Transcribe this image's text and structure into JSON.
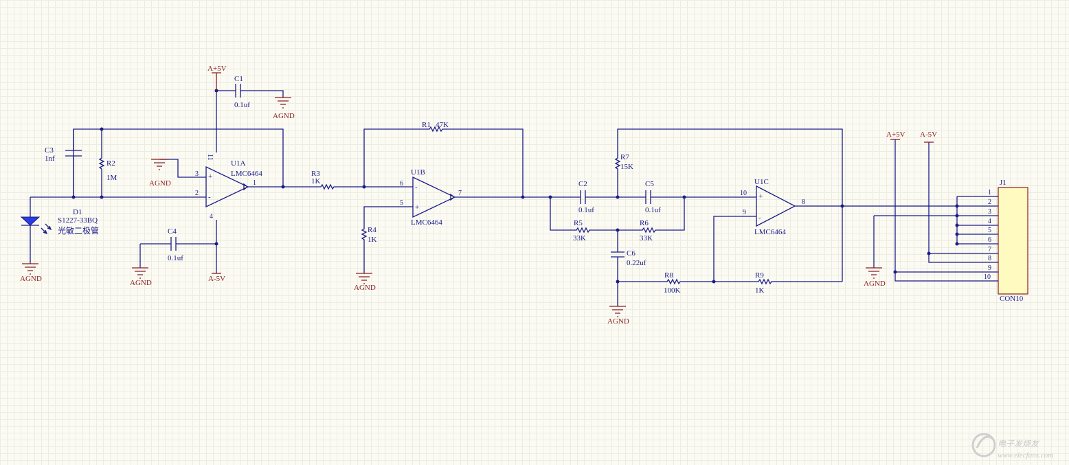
{
  "components": {
    "u1a": {
      "ref": "U1A",
      "part": "LMC6464",
      "pins": [
        "3",
        "2",
        "1",
        "11",
        "4"
      ]
    },
    "u1b": {
      "ref": "U1B",
      "part": "LMC6464",
      "pins": [
        "6",
        "5",
        "7"
      ]
    },
    "u1c": {
      "ref": "U1C",
      "part": "LMC6464",
      "pins": [
        "10",
        "9",
        "8"
      ]
    },
    "r1": {
      "ref": "R1",
      "value": "47K"
    },
    "r2": {
      "ref": "R2",
      "value": "1M"
    },
    "r3": {
      "ref": "R3",
      "value": "1K"
    },
    "r4": {
      "ref": "R4",
      "value": "1K"
    },
    "r5": {
      "ref": "R5",
      "value": "33K"
    },
    "r6": {
      "ref": "R6",
      "value": "33K"
    },
    "r7": {
      "ref": "R7",
      "value": "15K"
    },
    "r8": {
      "ref": "R8",
      "value": "100K"
    },
    "r9": {
      "ref": "R9",
      "value": "1K"
    },
    "c1": {
      "ref": "C1",
      "value": "0.1uf"
    },
    "c2": {
      "ref": "C2",
      "value": "0.1uf"
    },
    "c3": {
      "ref": "C3",
      "value": "1nf"
    },
    "c4": {
      "ref": "C4",
      "value": "0.1uf"
    },
    "c5": {
      "ref": "C5",
      "value": "0.1uf"
    },
    "c6": {
      "ref": "C6",
      "value": "0.22uf"
    },
    "d1": {
      "ref": "D1",
      "part": "S1227-33BQ",
      "desc": "光敏二极管"
    },
    "j1": {
      "ref": "J1",
      "part": "CON10",
      "pins": [
        "1",
        "2",
        "3",
        "4",
        "5",
        "6",
        "7",
        "8",
        "9",
        "10"
      ]
    }
  },
  "power": {
    "pos": "A+5V",
    "neg": "A-5V",
    "gnd": "AGND"
  },
  "watermark": {
    "title": "电子发烧友",
    "url": "www.elecfans.com"
  },
  "colors": {
    "wire": "#1b1b8a",
    "power": "#8b1c1c",
    "connector_fill": "#fffbc0",
    "grid": "#ecece0"
  }
}
